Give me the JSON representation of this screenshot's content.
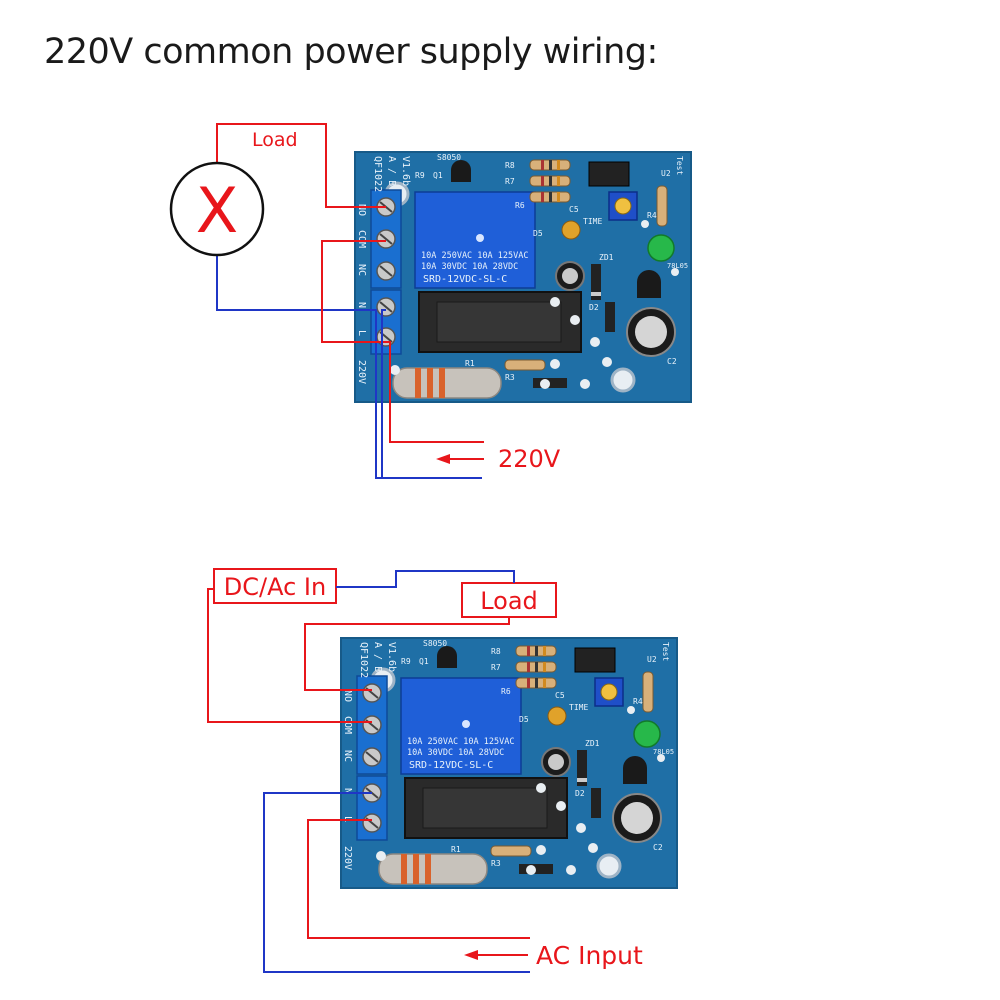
{
  "title": "220V common power supply wiring:",
  "colors": {
    "wire_red": "#e8161b",
    "wire_blue": "#1f36c6",
    "pcb_blue": "#1f6fa6",
    "relay_blue": "#1f5fd8",
    "terminal_blue": "#1a6fd0",
    "text_white": "#e8f2fa"
  },
  "diagram1": {
    "load_label": "Load",
    "lamp_icon": "lamp-x-icon",
    "power_label": "220V"
  },
  "diagram2": {
    "dc_ac_label": "DC/Ac In",
    "load_label": "Load",
    "ac_input_label": "AC Input"
  },
  "board": {
    "model": "QF1022",
    "version": "V1.6b",
    "ab": "A / B",
    "transistor": "S8050",
    "q1": "Q1",
    "r9": "R9",
    "r8": "R8",
    "r7": "R7",
    "r6": "R6",
    "r4": "R4",
    "r3": "R3",
    "r1": "R1",
    "u2": "U2",
    "c5": "C5",
    "c2": "C2",
    "d2": "D2",
    "d5": "D5",
    "zd1": "ZD1",
    "reg": "78L05",
    "time": "TIME",
    "test": "Test",
    "relay_line1": "10A 250VAC  10A 125VAC",
    "relay_line2": "10A  30VDC  10A  28VDC",
    "relay_model": "SRD-12VDC-SL-C",
    "no": "NO",
    "com": "COM",
    "nc": "NC",
    "n": "N",
    "l": "L",
    "v220": "220V"
  }
}
